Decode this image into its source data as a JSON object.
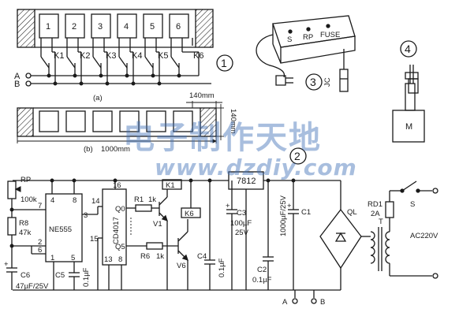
{
  "diagram": {
    "circled_numbers": [
      "1",
      "2",
      "3",
      "4"
    ],
    "figure_1": {
      "cells": [
        "1",
        "2",
        "3",
        "4",
        "5",
        "6"
      ],
      "relays": [
        "K1",
        "K2",
        "K3",
        "K4",
        "K5",
        "K6"
      ],
      "terminals": [
        "A",
        "B"
      ],
      "caption": "(a)"
    },
    "figure_b": {
      "dim_width": "140mm",
      "dim_height": "140mm",
      "dim_length": "1000mm",
      "caption": "(b)"
    },
    "figure_3": {
      "panel_labels": [
        "S",
        "RP",
        "FUSE"
      ],
      "jack_label": "JC"
    },
    "figure_4": {
      "motor_label": "M"
    },
    "schematic": {
      "rp_label": "RP",
      "rp_value": "100k",
      "r8_label": "R8",
      "r8_value": "47k",
      "c6_label": "C6",
      "c6_value": "47µF/25V",
      "c5_label": "C5",
      "c5_value": "0.1µF",
      "ne555_label": "NE555",
      "ne555_pins": [
        "4",
        "8",
        "3",
        "7",
        "2",
        "6",
        "1",
        "5"
      ],
      "cd4017_label": "CD4017",
      "cd4017_pins": [
        "16",
        "14",
        "15",
        "13",
        "8"
      ],
      "cd4017_outputs": [
        "Q0",
        "Q5"
      ],
      "r1_label": "R1",
      "r1_value": "1k",
      "r6_label": "R6",
      "r6_value": "1k",
      "v1_label": "V1",
      "v6_label": "V6",
      "k1_label": "K1",
      "k6_label": "K6",
      "c4_label": "C4",
      "c4_value": "0.1µF",
      "reg_label": "7812",
      "c3_label": "C3",
      "c3_value": "100µF",
      "c3_voltage": "25V",
      "c2_label": "C2",
      "c2_value": "0.1µF",
      "c1_label": "C1",
      "c1_value": "1000µF/25V",
      "bridge_label": "QL",
      "transformer_label": "T",
      "fuse_label": "RD1",
      "fuse_value": "2A",
      "switch_label": "S",
      "mains_label": "AC220V",
      "terminals": [
        "A",
        "B"
      ]
    },
    "watermark": {
      "cn": "电子制作天地",
      "url": "www.dzdiy.com"
    }
  }
}
